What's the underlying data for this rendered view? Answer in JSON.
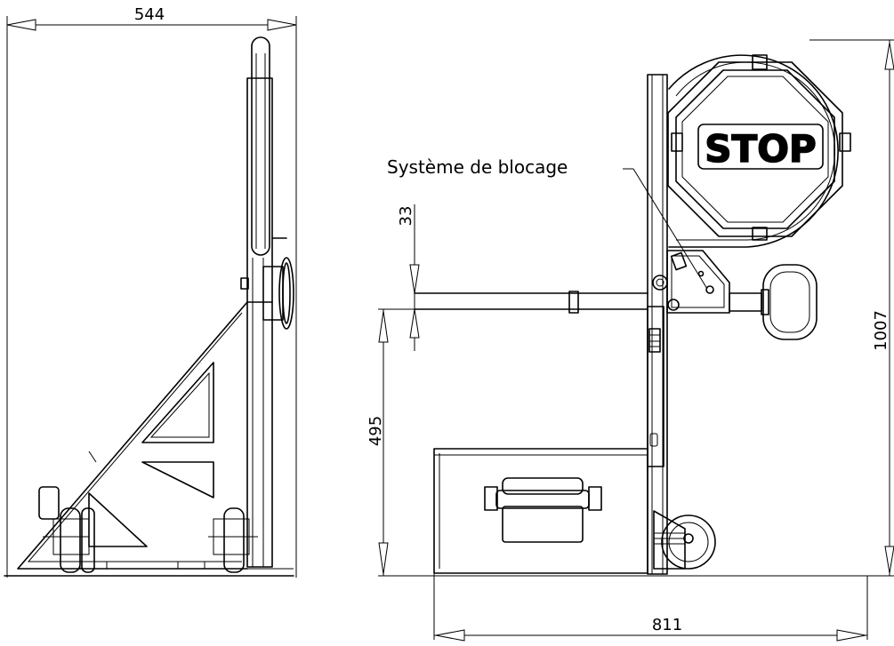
{
  "dimensions": {
    "width_side": "544",
    "height_total": "1007",
    "length": "811",
    "height_handle": "495",
    "gap": "33"
  },
  "labels": {
    "locking_system": "Système de blocage",
    "sign_text": "STOP"
  }
}
